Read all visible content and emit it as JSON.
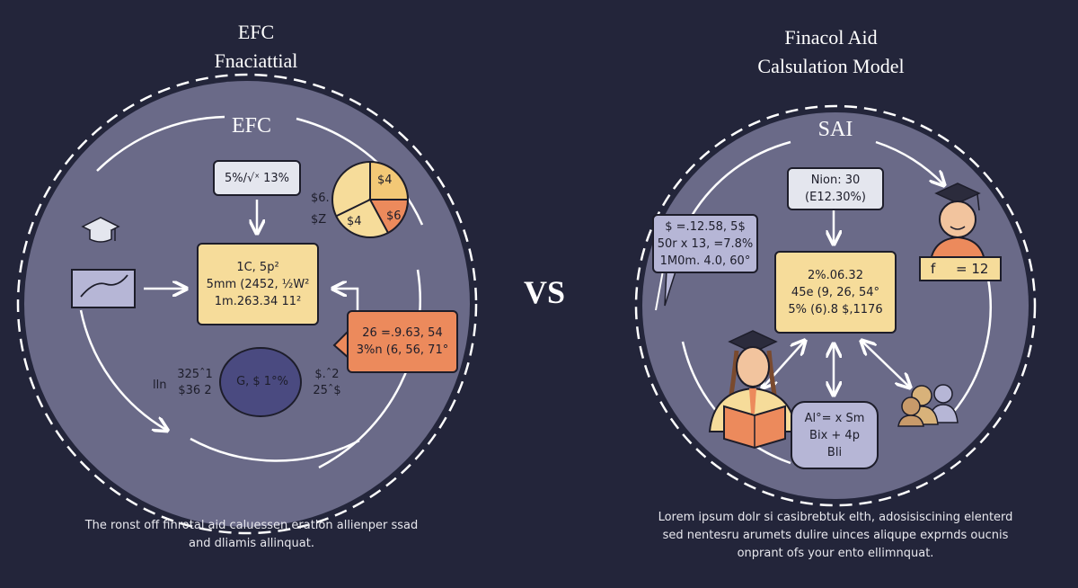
{
  "left": {
    "title_line1": "EFC",
    "title_line2": "Fnaciattial",
    "circle_label": "EFC",
    "formula_box": "5%/√ˣ 13%",
    "main_box": [
      "1C, 5p²",
      "5mm (2452, ½W²",
      "1m.263.34 11²"
    ],
    "orange_box": [
      "26 =.9.63, 54",
      "3%n (6, 56, 71°"
    ],
    "pie_labels": [
      "$4",
      "$4",
      "$6"
    ],
    "pie_side_labels": [
      "$6.",
      "$Z"
    ],
    "bottom_left_prefix": "lln",
    "bottom_left_values": [
      "325ˆ1",
      "$36 2"
    ],
    "oval_text": "G, $ 1°%",
    "bottom_right_values": [
      "$.ˆ2",
      "25ˆ$"
    ],
    "caption": [
      "The ronst off finrotal aid caluessen eration allienper ssad",
      "and dliamis allinquat."
    ]
  },
  "vs_label": "VS",
  "right": {
    "title_line1": "Finacol Aid",
    "title_line2": "Calsulation Model",
    "circle_label": "SAI",
    "top_box": [
      "Nion: 30",
      "(E12.30%)"
    ],
    "left_note": [
      "$ =.12.58, 5$",
      "50r x 13, =7.8%",
      "1M0m. 4.0, 60°"
    ],
    "main_box": [
      "2%.06.32",
      "45e (9, 26, 54°",
      "5% (6).8 $,1176"
    ],
    "bottom_box": [
      "Al°= x Sm",
      "Bix + 4p",
      "Bli"
    ],
    "person_sign": [
      "f",
      "= 12"
    ],
    "caption": [
      "Lorem ipsum dolr si casibrebtuk elth, adosisiscining elenterd",
      "sed nentesru arumets dulire uinces aliqupe exprnds oucnis",
      "onprant ofs your ento ellimnquat."
    ]
  },
  "colors": {
    "background": "#23253a",
    "circle_fill": "#6a6a88",
    "box_yellow": "#f6dc9a",
    "box_light": "#e4e6ee",
    "box_orange": "#ec8a5c",
    "oval_purple": "#4a4a80",
    "box_lavender": "#b6b6d6"
  },
  "icons": [
    "graduation-cap-icon",
    "trend-chart-icon",
    "pie-chart-icon",
    "student-icon",
    "people-group-icon"
  ]
}
